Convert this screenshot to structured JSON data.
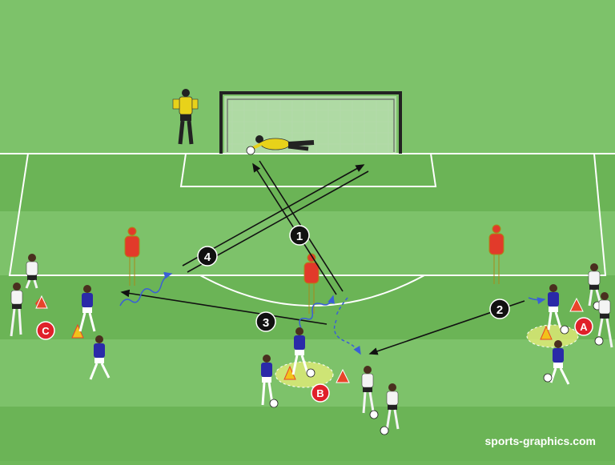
{
  "labels": {
    "step_1": "1",
    "step_2": "2",
    "step_3": "3",
    "step_4": "4",
    "station_a": "A",
    "station_b": "B",
    "station_c": "C"
  },
  "watermark": "sports-graphics.com",
  "colors": {
    "grass_light": "#7dc26a",
    "grass_dark": "#6bb456",
    "lines": "#ffffff",
    "blue_team": "#2a2aa8",
    "white_team": "#f4f4f4",
    "goalkeeper": "#e8d21a",
    "mannequin": "#e23a2a",
    "cone": "#e8452a",
    "cone_yellow": "#f2c21a",
    "station_badge": "#e0202a",
    "step_badge": "#111111",
    "dribble_path": "#3a5fd6"
  },
  "icons": [
    "player-blue-icon",
    "player-white-icon",
    "goalkeeper-icon",
    "mannequin-icon",
    "cone-icon",
    "ball-icon",
    "goal-icon"
  ]
}
